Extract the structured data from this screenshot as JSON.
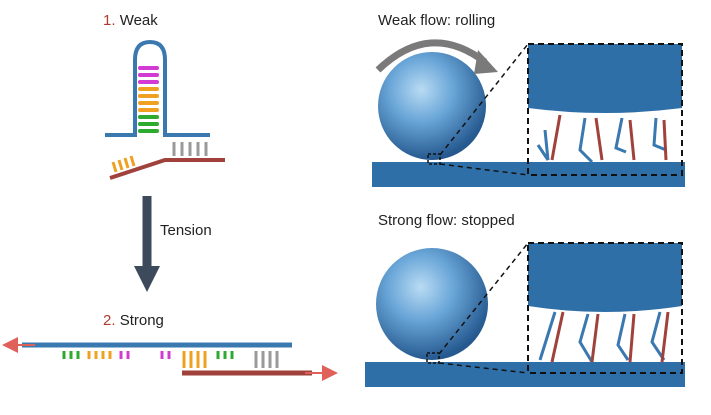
{
  "left": {
    "step1": {
      "number": "1.",
      "label": "Weak"
    },
    "arrow_label": "Tension",
    "step2": {
      "number": "2.",
      "label": "Strong"
    }
  },
  "right": {
    "top_title": "Weak flow: rolling",
    "bottom_title": "Strong flow: stopped"
  },
  "colors": {
    "blue": "#3a78b0",
    "red": "#a0423b",
    "magenta": "#d33ad3",
    "orange": "#f0a020",
    "green": "#2eaa2e",
    "gray": "#9a9a9a",
    "arrow_dark": "#3d4a5c",
    "tension_arrow": "#e0605a"
  }
}
